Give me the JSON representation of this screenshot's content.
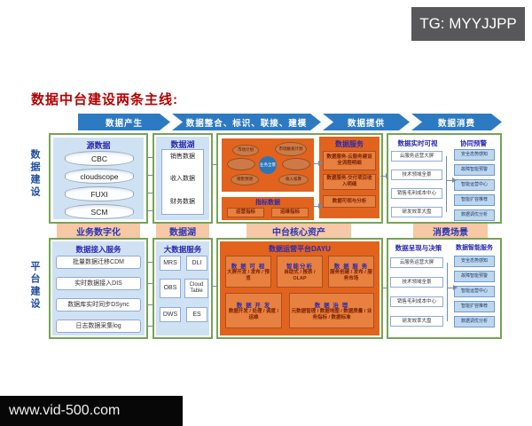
{
  "watermark_top": "TG: MYYJJPP",
  "watermark_bottom": "www.vid-500.com",
  "title": "数据中台建设两条主线:",
  "flow": {
    "stages": [
      "数据产生",
      "数据整合、标识、联接、建模",
      "数据提供",
      "数据消费"
    ]
  },
  "side": {
    "top": "数据建设",
    "bottom": "平台建设"
  },
  "stage_labels": [
    "业务数字化",
    "数据湖",
    "中台核心资产",
    "消费场景"
  ],
  "source_box": {
    "header": "源数据",
    "systems": [
      "CBC",
      "cloudscope",
      "FUXI",
      "SCM"
    ]
  },
  "lake_box": {
    "header": "数据湖",
    "items": [
      "销售数据",
      "收入数据",
      "财务数据"
    ]
  },
  "core": {
    "theme": {
      "center": "业务全景",
      "ellipses": [
        "市场计划",
        "市场触发计划",
        "",
        "",
        "销售预测",
        "收入核算"
      ]
    },
    "metrics": {
      "header": "指标数据",
      "items": [
        "运营指标",
        "运维指标"
      ]
    },
    "services": {
      "header": "数据服务",
      "items": [
        "数据服务-云服务建设全流程明细",
        "数据服务-交付项目收入明细",
        "数据可视与分析"
      ]
    }
  },
  "consume": {
    "left_header": "数据实时可视",
    "right_header": "协同预警",
    "left_items": [
      "云服务运营大屏",
      "技术领域全景",
      "销售毛利成本中心",
      "研发效率大盘"
    ],
    "right_items": [
      "安全态势感知",
      "故障智能预警",
      "智能运营中心",
      "智能扩容推荐",
      "数据调优分析"
    ]
  },
  "ingest_box": {
    "header": "数据接入服务",
    "items": [
      "批量数据迁移CDM",
      "实时数据接入DIS",
      "数据库实时同步DSync",
      "日志数据采集log"
    ]
  },
  "bigdata_box": {
    "header": "大数据服务",
    "services": [
      "MRS",
      "DLI",
      "OBS",
      "Cloud Table",
      "DWS",
      "ES"
    ]
  },
  "dayu": {
    "header": "数据运营平台DAYU",
    "cells": [
      {
        "title": "数 据 可 视",
        "body": "大屏开发 / 发布 / 预览"
      },
      {
        "title": "智能分析",
        "body": "自助式 / 报表 / OLAP"
      },
      {
        "title": "数 据 服 务",
        "body": "服务创建 / 发布 / 服务市场"
      },
      {
        "title": "数 据 开 发",
        "body": "数据开发 / 处理 / 调度 / 运维"
      },
      {
        "title": "数 据 治 理",
        "body": "元数据管理 / 数据地图 / 数据质量 / 业务指标 / 数据标准"
      }
    ]
  },
  "decision": {
    "left_header": "数据呈现与决策",
    "right_header": "数据智能服务",
    "left_items": [
      "云服务运营大屏",
      "技术领域全景",
      "销售毛利成本中心",
      "研发效率大盘"
    ],
    "right_items": [
      "安全态势感知",
      "故障智能预警",
      "智能运营中心",
      "智能扩容推荐",
      "数据调优分析"
    ]
  },
  "colors": {
    "orange": "#e2631d",
    "green_border": "#76a454",
    "panel_blue": "#cfe2f3",
    "band_blue": "#2e7ac2",
    "peach": "#f6c8a6",
    "header_blue": "#2a2ab0",
    "title_red": "#b40000"
  }
}
